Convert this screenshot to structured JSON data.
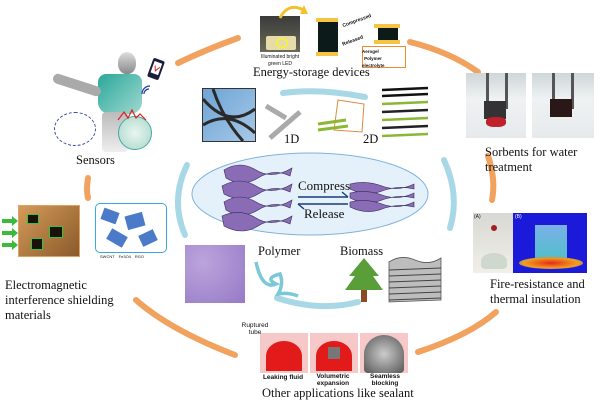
{
  "colors": {
    "outer_ring": "#f0a25e",
    "inner_ring": "#a8d8e6",
    "ellipse_fill": "#e4f1fa",
    "ellipse_stroke": "#7fb2dc",
    "graphene_purple": "#8a6bb5",
    "tree_green": "#5a9e3a",
    "tree_trunk": "#8b4a22"
  },
  "applications": {
    "energy": {
      "label": "Energy-storage devices",
      "led_caption": "Illuminated bright green LED",
      "compressed": "Compressed",
      "released": "Released",
      "aerogel": "Aerogel",
      "polymer_electrolyte": "Polymer electrolyte"
    },
    "sensors": {
      "label": "Sensors"
    },
    "sorbents": {
      "label_line1": "Sorbents for water",
      "label_line2": "treatment"
    },
    "fire": {
      "label_line1": "Fire-resistance and",
      "label_line2": "thermal insulation",
      "panel_a": "(A)",
      "panel_b": "(B)"
    },
    "emi": {
      "label_line1": "Electromagnetic",
      "label_line2": "interference shielding",
      "label_line3": "materials",
      "legend": [
        "SWCNT",
        "Fe3O4",
        "RGO"
      ]
    },
    "sealant": {
      "label": "Other applications like  sealant",
      "ruptured_tube": "Ruptured tube",
      "steps": [
        "Leaking fluid",
        "Volumetric expansion",
        "Seamless blocking"
      ]
    }
  },
  "center": {
    "compress": "Compress",
    "release": "Release",
    "dim_1d": "1D",
    "dim_2d": "2D",
    "polymer": "Polymer",
    "biomass": "Biomass"
  }
}
